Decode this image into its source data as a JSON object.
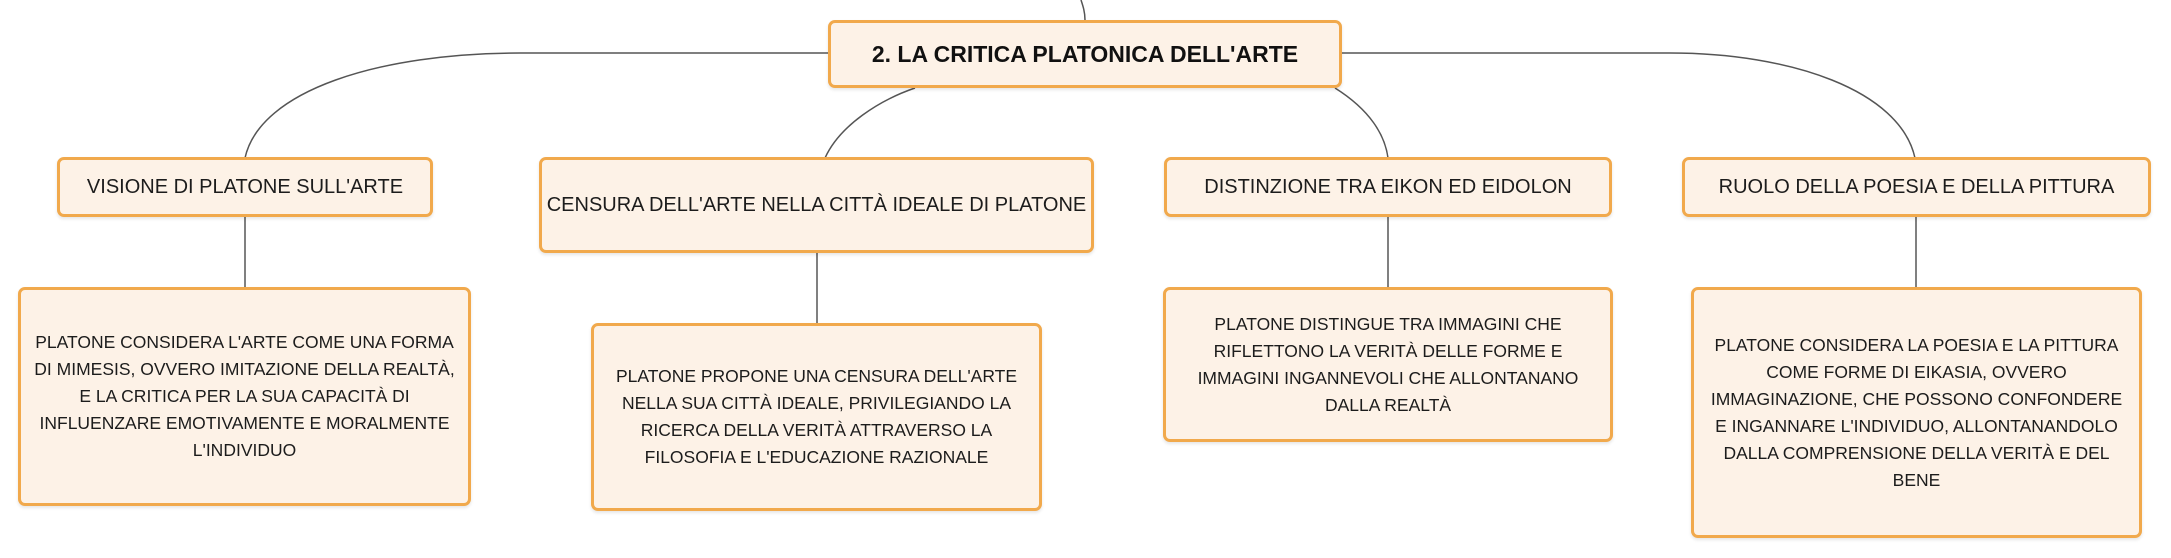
{
  "colors": {
    "node_fill": "#fdf2e7",
    "node_border": "#f1a94c",
    "connector": "#555555"
  },
  "root": {
    "label": "2. LA CRITICA PLATONICA DELL'ARTE"
  },
  "branches": [
    {
      "label": "VISIONE DI PLATONE SULL'ARTE",
      "detail": "PLATONE CONSIDERA L'ARTE COME UNA FORMA DI MIMESIS, OVVERO IMITAZIONE DELLA REALTÀ, E LA CRITICA PER LA SUA CAPACITÀ DI INFLUENZARE EMOTIVAMENTE E MORALMENTE L'INDIVIDUO"
    },
    {
      "label": "CENSURA DELL'ARTE NELLA CITTÀ IDEALE DI PLATONE",
      "detail": "PLATONE PROPONE UNA CENSURA DELL'ARTE NELLA SUA CITTÀ IDEALE, PRIVILEGIANDO LA RICERCA DELLA VERITÀ ATTRAVERSO LA FILOSOFIA E L'EDUCAZIONE RAZIONALE"
    },
    {
      "label": "DISTINZIONE TRA EIKON ED EIDOLON",
      "detail": "PLATONE DISTINGUE TRA IMMAGINI CHE RIFLETTONO LA VERITÀ DELLE FORME E IMMAGINI INGANNEVOLI CHE ALLONTANANO DALLA REALTÀ"
    },
    {
      "label": "RUOLO DELLA POESIA E DELLA PITTURA",
      "detail": "PLATONE CONSIDERA LA POESIA E LA PITTURA COME FORME DI EIKASIA, OVVERO IMMAGINAZIONE, CHE POSSONO CONFONDERE E INGANNARE L'INDIVIDUO, ALLONTANANDOLO DALLA COMPRENSIONE DELLA VERITÀ E DEL BENE"
    }
  ]
}
